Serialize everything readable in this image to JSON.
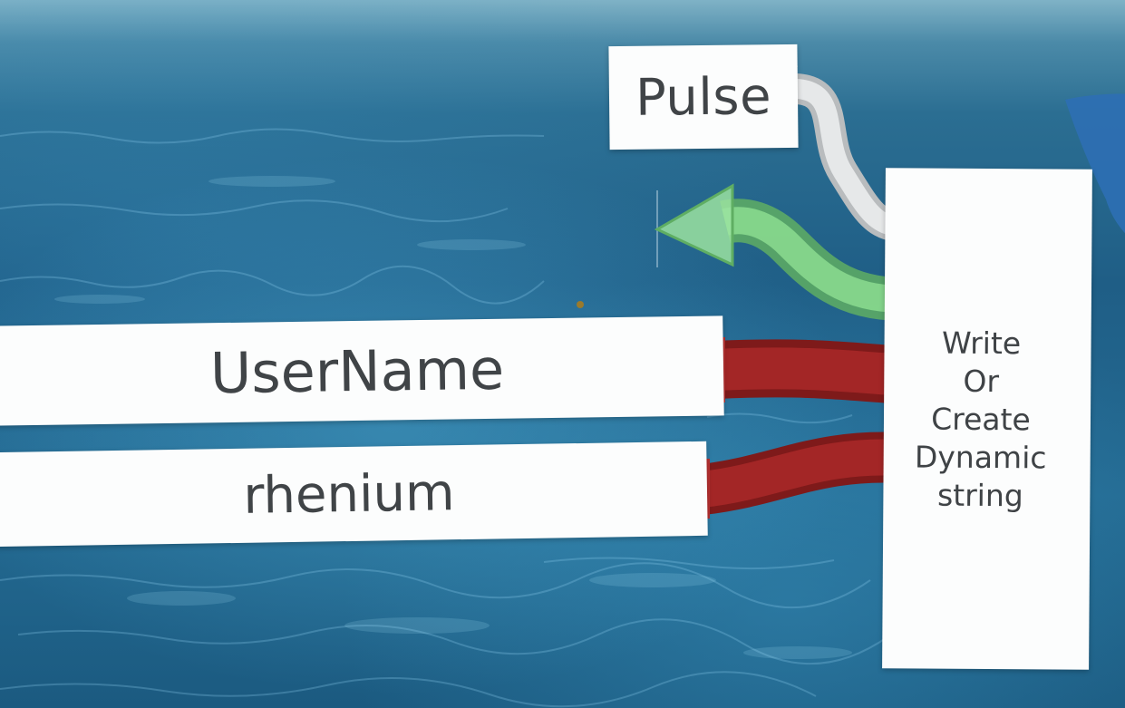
{
  "nodes": {
    "pulse": {
      "label": "Pulse"
    },
    "username": {
      "label": "UserName"
    },
    "rhenium": {
      "label": "rhenium"
    },
    "write_or_create": {
      "label": "Write\nOr\nCreate\nDynamic\nstring"
    }
  },
  "colors": {
    "impulse_wire": "#d9dcde",
    "bool_wire": "#7bd07f",
    "string_wire": "#a62828",
    "unused_input": "#6b6b6b",
    "node_face": "#fcfdfd"
  }
}
